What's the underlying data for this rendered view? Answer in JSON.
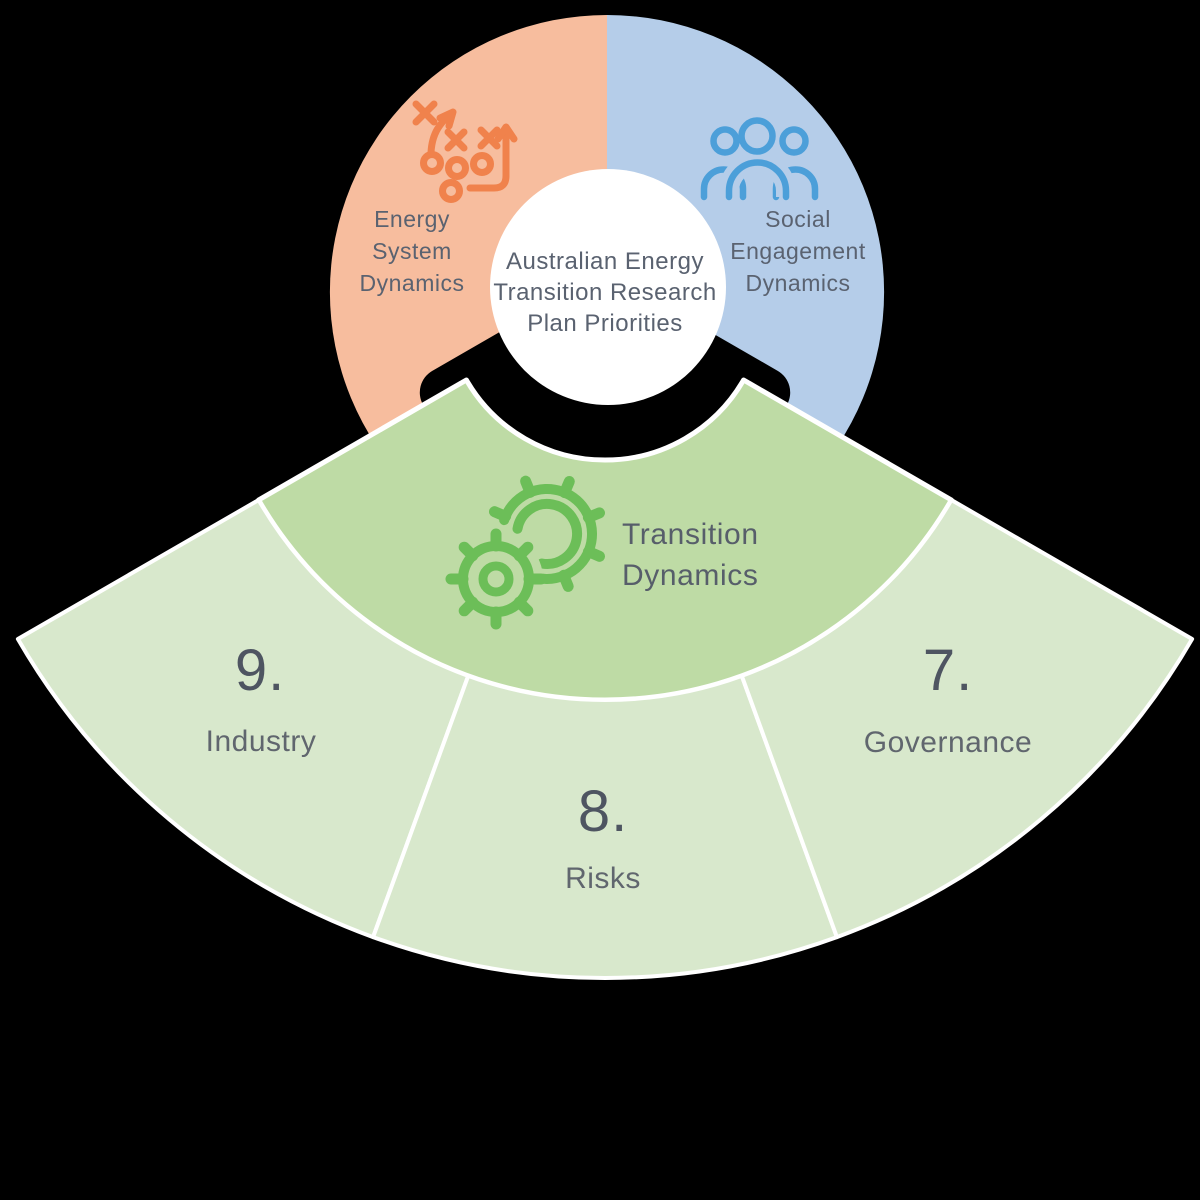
{
  "diagram": {
    "center_title": {
      "lines": [
        "Australian Energy",
        "Transition Research",
        "Plan Priorities"
      ]
    },
    "top_left_segment": {
      "label_lines": [
        "Energy",
        "System",
        "Dynamics"
      ],
      "icon": "strategy-icon",
      "fill_color": "#F7BD9E",
      "icon_color": "#F0824C"
    },
    "top_right_segment": {
      "label_lines": [
        "Social",
        "Engagement",
        "Dynamics"
      ],
      "icon": "people-icon",
      "fill_color": "#B5CDE9",
      "icon_color": "#4C9FD9"
    },
    "middle_band": {
      "label_lines": [
        "Transition",
        "Dynamics"
      ],
      "icon": "gears-icon",
      "fill_color": "#BEDBA5",
      "icon_color": "#6CBE58"
    },
    "outer_sectors": [
      {
        "number": "9.",
        "label": "Industry"
      },
      {
        "number": "8.",
        "label": "Risks"
      },
      {
        "number": "7.",
        "label": "Governance"
      }
    ],
    "colors": {
      "background": "#000000",
      "hub_circle": "#FFFFFF",
      "outer_sector_fill": "#D8E8CC",
      "divider_stroke": "#FFFFFF",
      "title_text": "#5A6270",
      "number_text": "#4E5561",
      "sector_label_text": "#60666E"
    }
  }
}
